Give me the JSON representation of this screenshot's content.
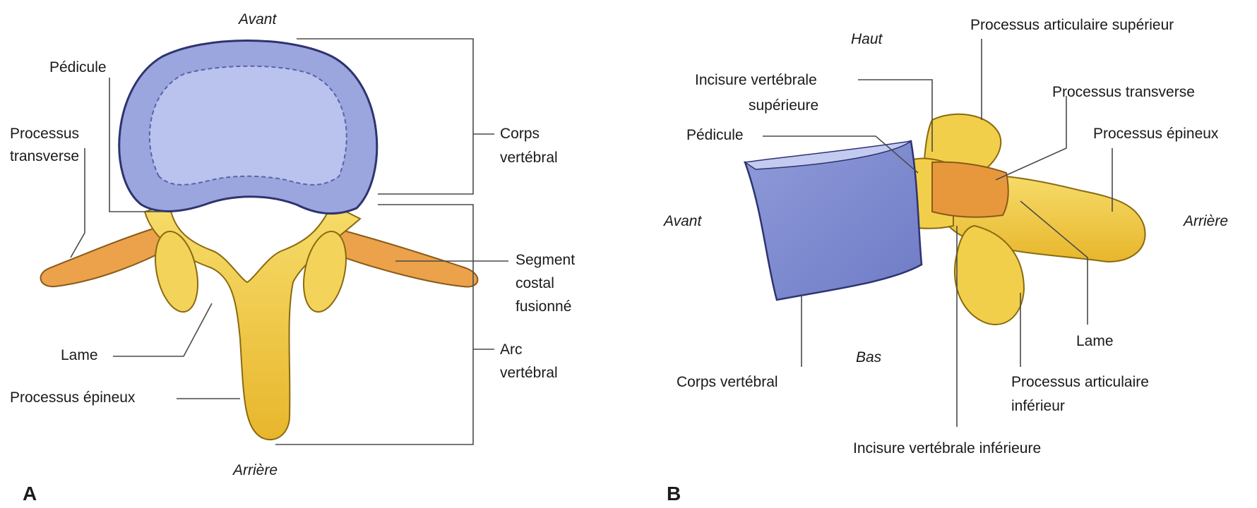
{
  "panelA": {
    "letter": "A",
    "orient_top": "Avant",
    "orient_bottom": "Arrière",
    "pedicule": "Pédicule",
    "processus_transverse_1": "Processus",
    "processus_transverse_2": "transverse",
    "corps_1": "Corps",
    "corps_2": "vertébral",
    "segment_1": "Segment",
    "segment_2": "costal",
    "segment_3": "fusionné",
    "lame": "Lame",
    "arc_1": "Arc",
    "arc_2": "vertébral",
    "epineux": "Processus épineux"
  },
  "panelB": {
    "letter": "B",
    "haut": "Haut",
    "bas": "Bas",
    "avant": "Avant",
    "arriere": "Arrière",
    "art_sup": "Processus articulaire supérieur",
    "incisure_sup_1": "Incisure vertébrale",
    "incisure_sup_2": "supérieure",
    "transverse": "Processus transverse",
    "pedicule": "Pédicule",
    "epineux": "Processus épineux",
    "lame": "Lame",
    "art_inf_1": "Processus articulaire",
    "art_inf_2": "inférieur",
    "corps": "Corps vertébral",
    "incisure_inf": "Incisure vertébrale inférieure"
  },
  "colors": {
    "body_blue": "#9aa6dd",
    "body_inner": "#b9c2ec",
    "bone_yellow": "#f2cf4a",
    "bone_orange": "#e89a3c",
    "leader": "#4a4a4a"
  }
}
